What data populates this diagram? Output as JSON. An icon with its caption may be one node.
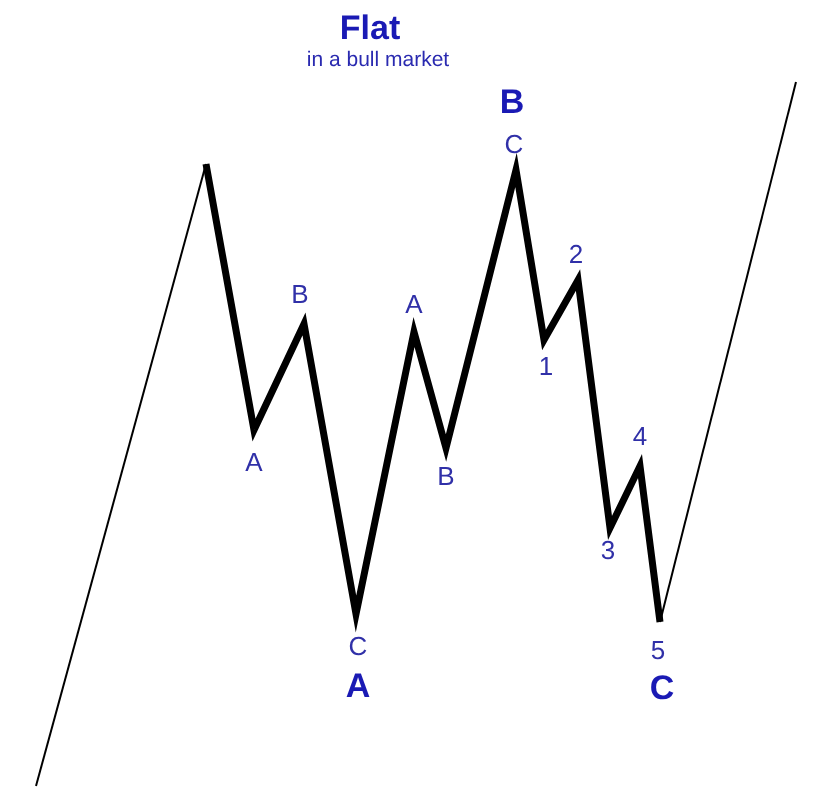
{
  "diagram": {
    "title": "Flat",
    "labels": [
      "in a bull market",
      "B",
      "C",
      "2",
      "B",
      "A",
      "1",
      "4",
      "A",
      "B",
      "3",
      "C",
      "5",
      "A",
      "C"
    ]
  }
}
